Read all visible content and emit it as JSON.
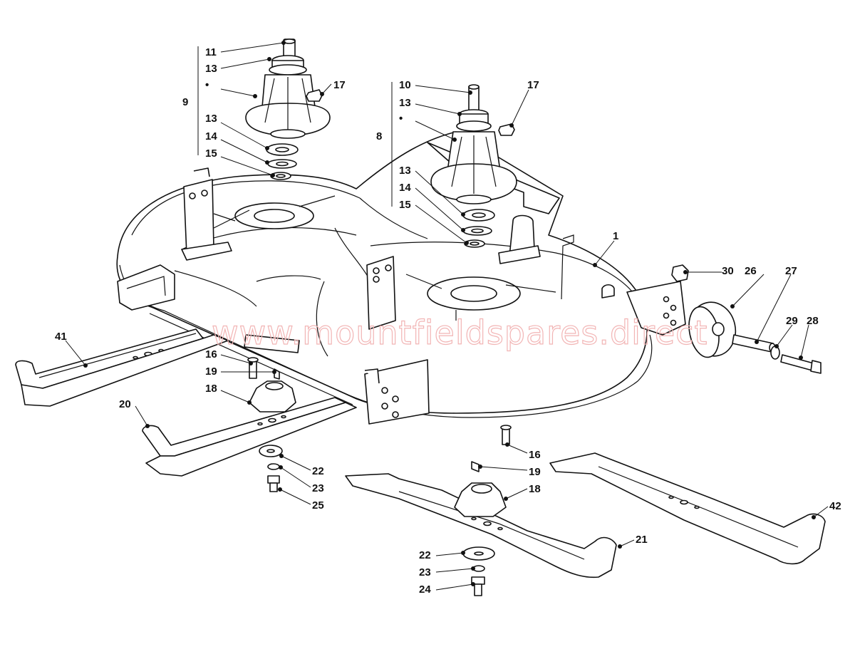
{
  "watermark": "www.mountfieldspares.direct",
  "colors": {
    "line": "#111111",
    "watermark": "#f2b5b5",
    "background": "#ffffff"
  },
  "callouts": [
    {
      "id": "c1",
      "label": "1"
    },
    {
      "id": "c8",
      "label": "8"
    },
    {
      "id": "c9",
      "label": "9"
    },
    {
      "id": "c10",
      "label": "10"
    },
    {
      "id": "c11",
      "label": "11"
    },
    {
      "id": "c13a",
      "label": "13"
    },
    {
      "id": "c13b",
      "label": "13"
    },
    {
      "id": "c13c",
      "label": "13"
    },
    {
      "id": "c13d",
      "label": "13"
    },
    {
      "id": "c14a",
      "label": "14"
    },
    {
      "id": "c14b",
      "label": "14"
    },
    {
      "id": "c15a",
      "label": "15"
    },
    {
      "id": "c15b",
      "label": "15"
    },
    {
      "id": "c16a",
      "label": "16"
    },
    {
      "id": "c16b",
      "label": "16"
    },
    {
      "id": "c17a",
      "label": "17"
    },
    {
      "id": "c17b",
      "label": "17"
    },
    {
      "id": "c18a",
      "label": "18"
    },
    {
      "id": "c18b",
      "label": "18"
    },
    {
      "id": "c19a",
      "label": "19"
    },
    {
      "id": "c19b",
      "label": "19"
    },
    {
      "id": "c20",
      "label": "20"
    },
    {
      "id": "c21",
      "label": "21"
    },
    {
      "id": "c22a",
      "label": "22"
    },
    {
      "id": "c22b",
      "label": "22"
    },
    {
      "id": "c23a",
      "label": "23"
    },
    {
      "id": "c23b",
      "label": "23"
    },
    {
      "id": "c24",
      "label": "24"
    },
    {
      "id": "c25",
      "label": "25"
    },
    {
      "id": "c26",
      "label": "26"
    },
    {
      "id": "c27",
      "label": "27"
    },
    {
      "id": "c28",
      "label": "28"
    },
    {
      "id": "c29",
      "label": "29"
    },
    {
      "id": "c30",
      "label": "30"
    },
    {
      "id": "c41",
      "label": "41"
    },
    {
      "id": "c42",
      "label": "42"
    }
  ],
  "bullets": [
    {
      "id": "b9",
      "label": "•"
    },
    {
      "id": "b8",
      "label": "•"
    }
  ]
}
